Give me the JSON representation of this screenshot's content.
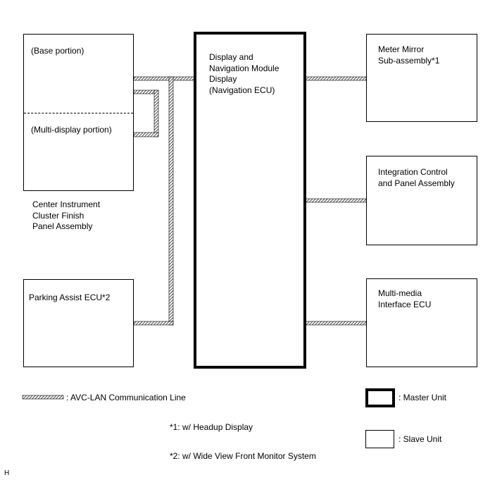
{
  "units": {
    "center_panel": {
      "base_label": "(Base portion)",
      "multi_label": "(Multi-display portion)",
      "name": "Center Instrument\nCluster Finish\nPanel Assembly"
    },
    "parking_assist": {
      "label": "Parking Assist ECU*2"
    },
    "navigation": {
      "label": "Display and\nNavigation Module\nDisplay\n(Navigation ECU)"
    },
    "meter_mirror": {
      "label": "Meter Mirror\nSub-assembly*1"
    },
    "integration_control": {
      "label": "Integration Control\nand Panel Assembly"
    },
    "multimedia": {
      "label": "Multi-media\nInterface ECU"
    }
  },
  "legend": {
    "avc_lan": ": AVC-LAN Communication Line",
    "master": ": Master Unit",
    "slave": ": Slave Unit"
  },
  "notes": {
    "n1": "*1: w/ Headup Display",
    "n2": "*2: w/ Wide View Front Monitor System"
  },
  "corner_mark": "H"
}
